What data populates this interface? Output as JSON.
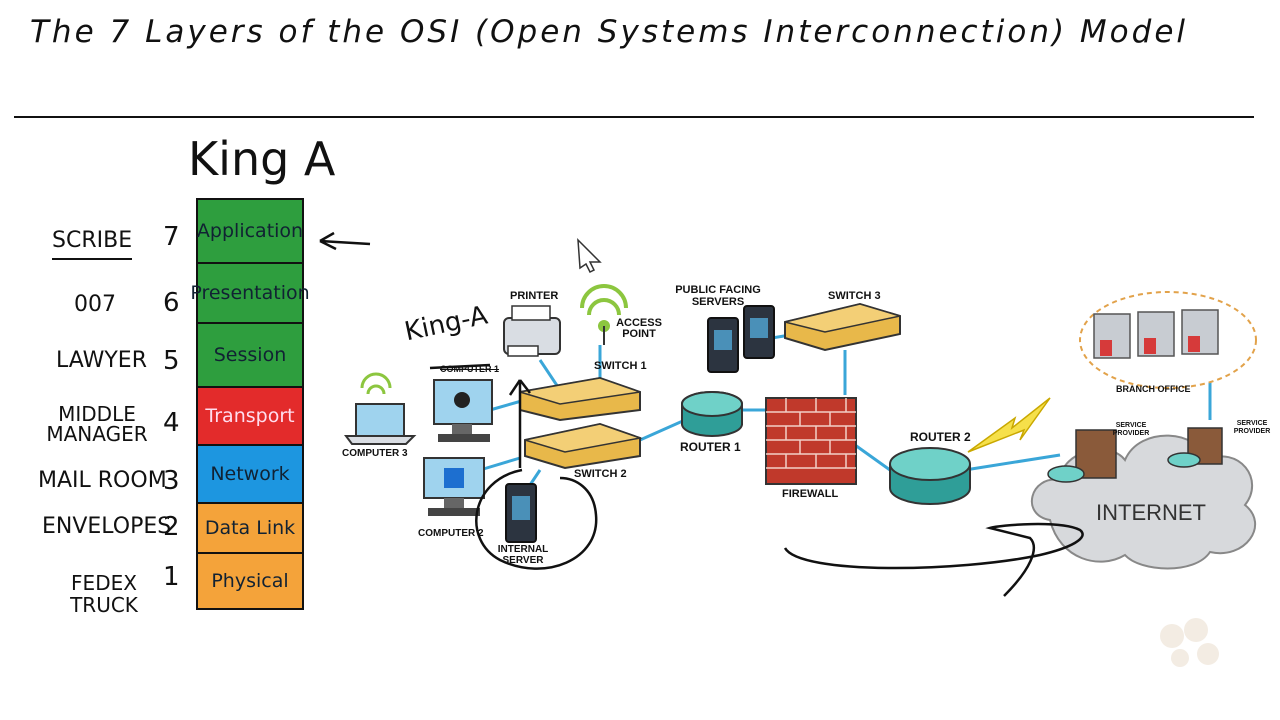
{
  "title": "The 7 Layers of the OSI (Open Systems Interconnection) Model",
  "king_label": "King A",
  "annotation_king": "King-A",
  "layers": [
    {
      "num": "7",
      "name": "Application",
      "role": "SCRIBE",
      "color": "#2e9e3e"
    },
    {
      "num": "6",
      "name": "Presentation",
      "role": "007",
      "color": "#2e9e3e"
    },
    {
      "num": "5",
      "name": "Session",
      "role": "LAWYER",
      "color": "#2e9e3e"
    },
    {
      "num": "4",
      "name": "Transport",
      "role": "MIDDLE MANAGER",
      "color": "#e32b2b"
    },
    {
      "num": "3",
      "name": "Network",
      "role": "MAIL ROOM",
      "color": "#1d96e0"
    },
    {
      "num": "2",
      "name": "Data Link",
      "role": "ENVELOPES",
      "color": "#f4a33a"
    },
    {
      "num": "1",
      "name": "Physical",
      "role": "FEDEX TRUCK",
      "color": "#f4a33a"
    }
  ],
  "network": {
    "printer": "PRINTER",
    "access_point": "ACCESS POINT",
    "public_servers": "PUBLIC FACING SERVERS",
    "switch1": "SWITCH 1",
    "switch2": "SWITCH 2",
    "switch3": "SWITCH 3",
    "router1": "ROUTER 1",
    "router2": "ROUTER 2",
    "firewall": "FIREWALL",
    "computer1": "COMPUTER 1",
    "computer2": "COMPUTER 2",
    "computer3": "COMPUTER 3",
    "internal_server": "INTERNAL SERVER",
    "internet": "INTERNET",
    "branch_office": "BRANCH OFFICE",
    "service_provider_left": "SERVICE PROVIDER",
    "service_provider_right": "SERVICE PROVIDER"
  },
  "colors": {
    "cable": "#3aa6d8",
    "switch": "#e8b84a",
    "router": "#3bb8b0",
    "firewall": "#c0392b"
  }
}
